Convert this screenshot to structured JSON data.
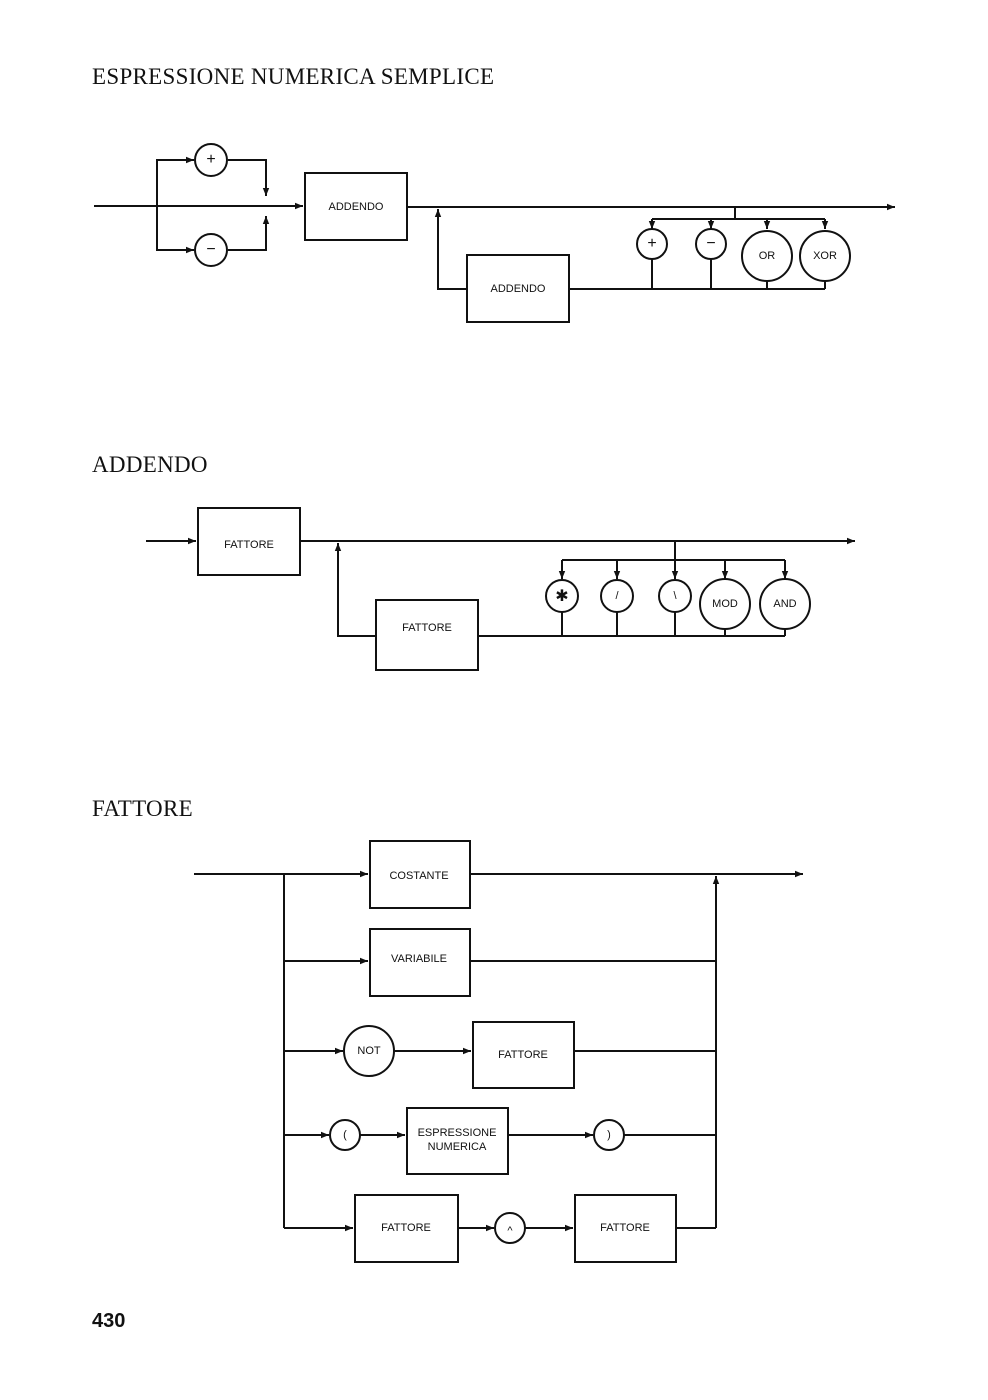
{
  "sections": {
    "espressione": {
      "title": "ESPRESSIONE NUMERICA SEMPLICE",
      "sign_plus": "+",
      "sign_minus": "−",
      "addendo_main": "ADDENDO",
      "addendo_loop": "ADDENDO",
      "op_plus": "+",
      "op_minus": "−",
      "op_or": "OR",
      "op_xor": "XOR"
    },
    "addendo": {
      "title": "ADDENDO",
      "fattore_main": "FATTORE",
      "fattore_loop": "FATTORE",
      "op_mul": "✱",
      "op_div": "/",
      "op_intdiv": "\\",
      "op_mod": "MOD",
      "op_and": "AND"
    },
    "fattore": {
      "title": "FATTORE",
      "costante": "COSTANTE",
      "variabile": "VARIABILE",
      "not": "NOT",
      "fattore_not": "FATTORE",
      "paren_open": "(",
      "espr_line1": "ESPRESSIONE",
      "espr_line2": "NUMERICA",
      "paren_close": ")",
      "fattore_base": "FATTORE",
      "power": "^",
      "fattore_exp": "FATTORE"
    }
  },
  "page_number": "430"
}
